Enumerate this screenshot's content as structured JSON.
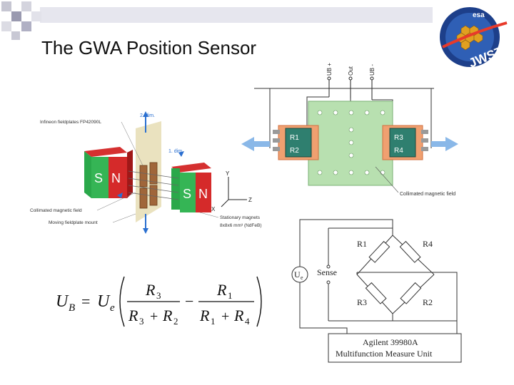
{
  "slide": {
    "title": "The GWA Position Sensor",
    "accent_color": "#1f3f7f"
  },
  "logo": {
    "esa_text": "esa",
    "jwst_text": "JWST"
  },
  "sensor_diagram": {
    "label_fieldplates": "Infineon fieldplates FP42090L",
    "label_dim2": "2. dim.",
    "label_dim1": "1. dim.",
    "label_collimated": "Collimated magnetic field",
    "label_mount": "Moving fieldplate mount",
    "label_stationary_1": "Stationary magnets",
    "label_stationary_2": "8x8x6 mm³ (NdFeB)",
    "magnet_left_s": "S",
    "magnet_left_n": "N",
    "magnet_right_s": "S",
    "magnet_right_n": "N",
    "axis_y": "Y",
    "axis_z": "Z",
    "axis_x": "X"
  },
  "pcb_diagram": {
    "pin_ub_plus": "UB +",
    "pin_out": "Out",
    "pin_ub_minus": "UB -",
    "r1": "R1",
    "r2": "R2",
    "r3": "R3",
    "r4": "R4",
    "label_field": "Collimated magnetic field"
  },
  "bridge_diagram": {
    "r1": "R1",
    "r4": "R4",
    "r3": "R3",
    "r2": "R2",
    "ue": "U",
    "ue_sub": "e",
    "sense": "Sense",
    "unit_line1": "Agilent 39980A",
    "unit_line2": "Multifunction Measure Unit"
  },
  "formula": {
    "ub": "U",
    "ub_sub": "B",
    "eq": "=",
    "ue": "U",
    "ue_sub": "e",
    "num1": "R",
    "num1_sub": "3",
    "den1a": "R",
    "den1a_sub": "3",
    "plus1": "+",
    "den1b": "R",
    "den1b_sub": "2",
    "minus": "−",
    "num2": "R",
    "num2_sub": "1",
    "den2a": "R",
    "den2a_sub": "1",
    "plus2": "+",
    "den2b": "R",
    "den2b_sub": "4"
  }
}
